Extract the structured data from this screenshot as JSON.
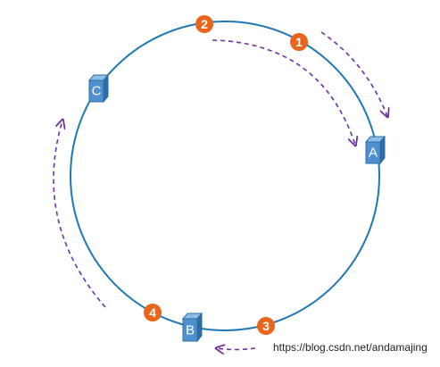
{
  "ring": {
    "color": "#1f77b4"
  },
  "servers": [
    {
      "label": "A",
      "color": "#4f8fcf"
    },
    {
      "label": "B",
      "color": "#4f8fcf"
    },
    {
      "label": "C",
      "color": "#4f8fcf"
    }
  ],
  "objects": [
    {
      "label": "1",
      "color": "#e8651a"
    },
    {
      "label": "2",
      "color": "#e8651a"
    },
    {
      "label": "3",
      "color": "#e8651a"
    },
    {
      "label": "4",
      "color": "#e8651a"
    }
  ],
  "arrows": {
    "color": "#7030a0"
  },
  "watermark": "https://blog.csdn.net/andamajing"
}
